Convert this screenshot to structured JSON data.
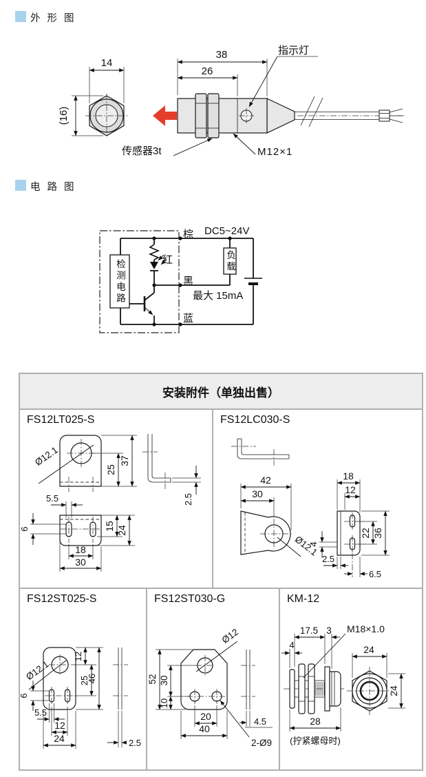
{
  "colors": {
    "accent": "#a9d3ec",
    "table_border": "#b0b0b0",
    "header_bg": "#ededed",
    "metal_gray": "#e7e7e7",
    "arrow_red": "#e43e2b"
  },
  "sections": {
    "outline_title": "外 形 图",
    "circuit_title": "电 路 图"
  },
  "outline": {
    "front": {
      "w": "14",
      "h": "(16)"
    },
    "side": {
      "len_total": "38",
      "len_body": "26",
      "indicator": "指示灯",
      "sensing": "传感器3t",
      "thread": "M12×1"
    }
  },
  "circuit": {
    "detection": "检测电路",
    "load": "负载",
    "brown": "棕",
    "supply": "DC5~24V",
    "red_led": "红",
    "black": "黑",
    "max_current": "最大 15mA",
    "blue": "蓝"
  },
  "accessories": {
    "title": "安装附件（单独出售）",
    "items": [
      {
        "name": "FS12LT025-S",
        "hole": "Ø12.1",
        "d25": "25",
        "d37": "37",
        "t25": "2.5",
        "d55": "5.5",
        "d6": "6",
        "d15": "15",
        "d24": "24",
        "d18": "18",
        "d30": "30"
      },
      {
        "name": "FS12LC030-S",
        "hole": "Ø12.1",
        "d42": "42",
        "d30": "30",
        "d18": "18",
        "d12": "12",
        "d22": "22",
        "d36": "36",
        "d4": "4",
        "t25": "2.5",
        "d65": "6.5"
      },
      {
        "name": "FS12ST025-S",
        "hole": "Ø12.1",
        "d12": "12",
        "d25": "25",
        "d46": "46",
        "d6": "6",
        "d55": "5.5",
        "d12b": "12",
        "d24": "24",
        "t25": "2.5"
      },
      {
        "name": "FS12ST030-G",
        "hole": "Ø12",
        "d52": "52",
        "d30": "30",
        "d10": "10",
        "d20": "20",
        "d40": "40",
        "t45": "4.5",
        "holes": "2-Ø9"
      },
      {
        "name": "KM-12",
        "d175": "17.5",
        "d3": "3",
        "d4": "4",
        "thread": "M18×1.0",
        "d28": "28",
        "note": "(拧紧螺母时)",
        "d24a": "24",
        "d24b": "24"
      }
    ]
  }
}
